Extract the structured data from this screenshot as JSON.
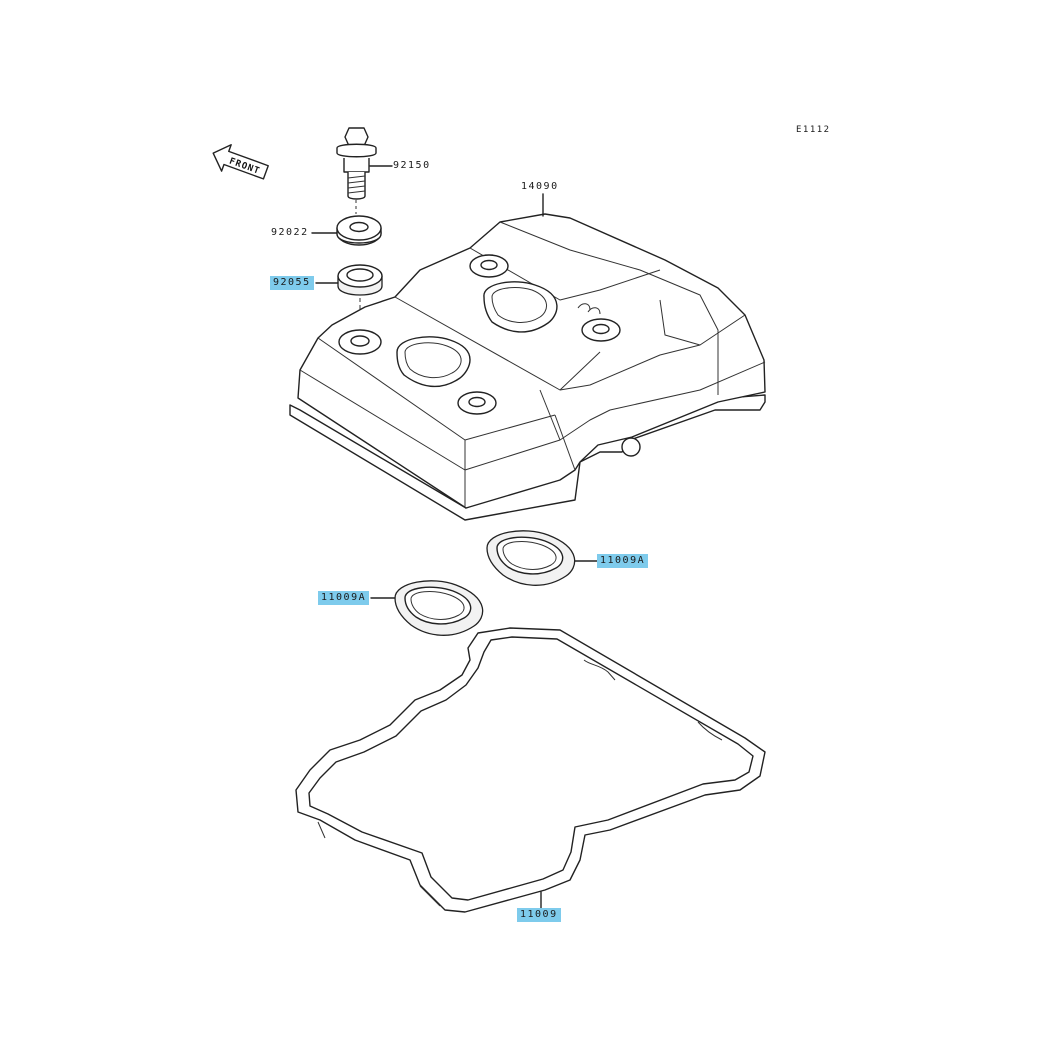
{
  "diagram_code": "E1112",
  "front_label": "FRONT",
  "parts": {
    "bolt": "92150",
    "washer": "92022",
    "grommet": "92055",
    "cover": "14090",
    "plug_gasket_right": "11009A",
    "plug_gasket_left": "11009A",
    "cover_gasket": "11009"
  },
  "colors": {
    "highlight": "#7ecbec",
    "line": "#222222"
  }
}
